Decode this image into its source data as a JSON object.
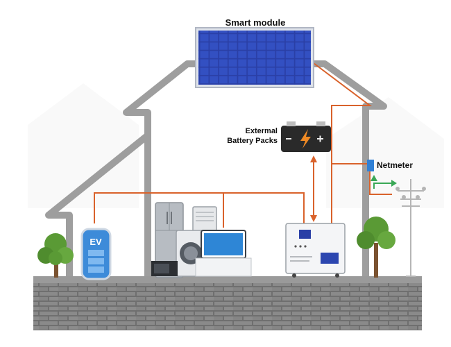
{
  "labels": {
    "solar_module": "Smart module",
    "battery_line1": "Extermal",
    "battery_line2": "Battery Packs",
    "netmeter": "Netmeter",
    "ev": "EV"
  },
  "colors": {
    "wire": "#d9622b",
    "house_outline": "#9e9e9e",
    "panel_blue": "#2c46b0",
    "netmeter_blue": "#2f80d6",
    "grid_green": "#3aa856",
    "brick_wall": "#7a7a7a",
    "ev_blue": "#3d8bd9"
  },
  "icons": [
    "solar-panel-icon",
    "battery-icon",
    "bolt-icon",
    "netmeter-icon",
    "utility-pole-icon",
    "ev-charger-icon",
    "refrigerator-icon",
    "washing-machine-icon",
    "monitor-icon",
    "microwave-icon",
    "air-conditioner-icon",
    "inverter-icon",
    "tree-icon"
  ]
}
